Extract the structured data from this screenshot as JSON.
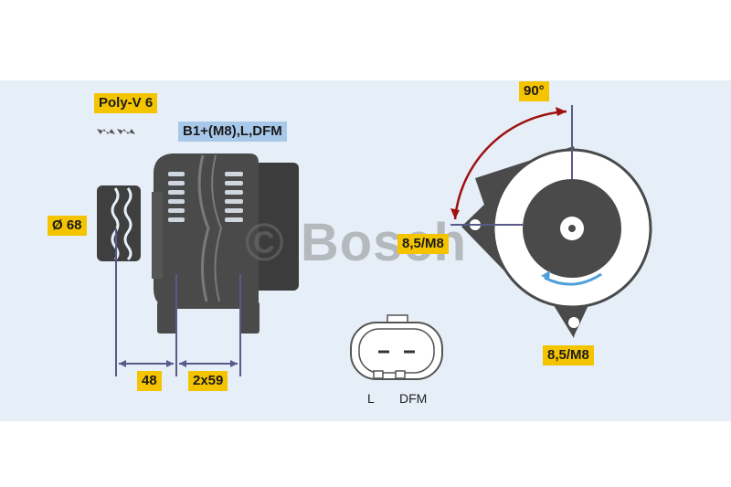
{
  "labels": {
    "poly_v": "Poly-V 6",
    "terminal_spec": "B1+(M8),L,DFM",
    "pulley_diameter": "Ø 68",
    "dim_48": "48",
    "dim_2x59": "2x59",
    "angle": "90°",
    "mount_top": "8,5/M8",
    "mount_bottom": "8,5/M8",
    "connector_l": "L",
    "connector_dfm": "DFM"
  },
  "watermark": "© Bosch",
  "colors": {
    "band": "#e6eef7",
    "label_yellow": "#f5c400",
    "label_blue": "#a8c8ea",
    "body_dark": "#4a4a4a",
    "dim_line": "#5a5a8a",
    "arc_red": "#a01010",
    "arrow_blue": "#4fa0d8"
  }
}
